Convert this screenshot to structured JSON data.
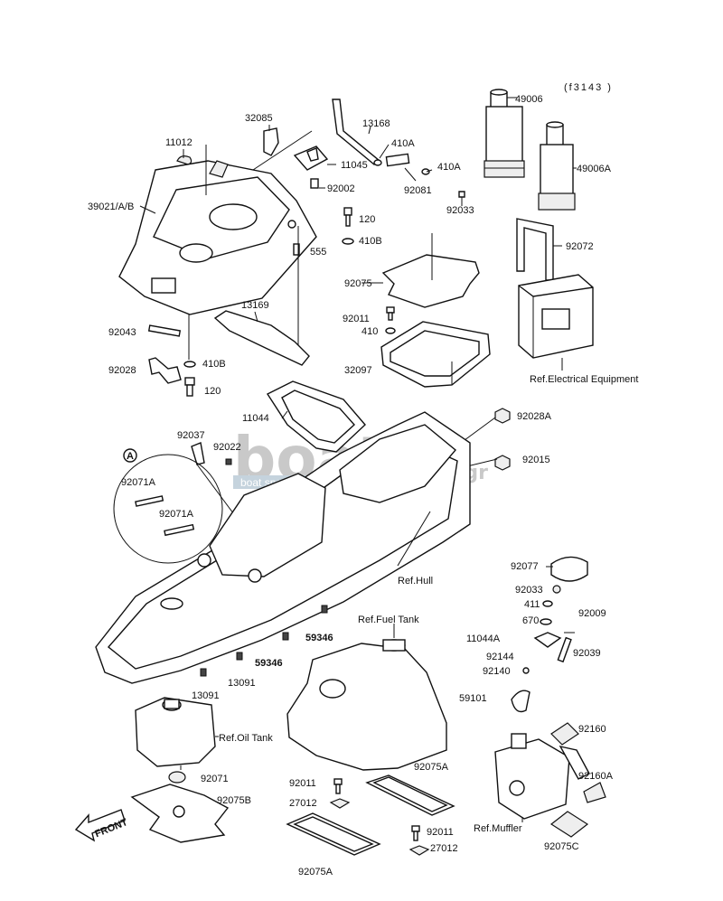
{
  "diagram_code": "(f3143 )",
  "watermark": {
    "brand_text": "boatsp",
    "brand_suffix": ".gr",
    "tagline": "boat spare parts"
  },
  "front_arrow": "FRONT",
  "callouts": {
    "c49006": "49006",
    "c49006a": "49006A",
    "c13168": "13168",
    "c410a1": "410A",
    "c410a2": "410A",
    "c92081": "92081",
    "c92033a": "92033",
    "c32085": "32085",
    "c11012": "11012",
    "c11045": "11045",
    "c92002": "92002",
    "c39021": "39021/A/B",
    "c120a": "120",
    "c410b1": "410B",
    "c555": "555",
    "c92072": "92072",
    "c92075": "92075",
    "c13169": "13169",
    "c92011a": "92011",
    "c410": "410",
    "c92043": "92043",
    "c92028": "92028",
    "c410b2": "410B",
    "c120b": "120",
    "c32097": "32097",
    "c_elec": "Ref.Electrical Equipment",
    "c11044": "11044",
    "c92028a": "92028A",
    "c92037": "92037",
    "c92022": "92022",
    "c92015": "92015",
    "c_a": "A",
    "c92071a1": "92071A",
    "c92071a2": "92071A",
    "c_hull": "Ref.Hull",
    "c92077": "92077",
    "c92033b": "92033",
    "c411": "411",
    "c92009": "92009",
    "c670": "670",
    "c11044a": "11044A",
    "c92144": "92144",
    "c92039": "92039",
    "c92140": "92140",
    "c_fuel": "Ref.Fuel Tank",
    "c59346a": "59346",
    "c59346b": "59346",
    "c13091a": "13091",
    "c13091b": "13091",
    "c59101": "59101",
    "c_oil": "Ref.Oil Tank",
    "c92071": "92071",
    "c92075b": "92075B",
    "c92160": "92160",
    "c92160a": "92160A",
    "c92011b": "92011",
    "c27012a": "27012",
    "c92075a1": "92075A",
    "c92011c": "92011",
    "c27012b": "27012",
    "c92075a2": "92075A",
    "c_muffler": "Ref.Muffler",
    "c92075c": "92075C"
  }
}
